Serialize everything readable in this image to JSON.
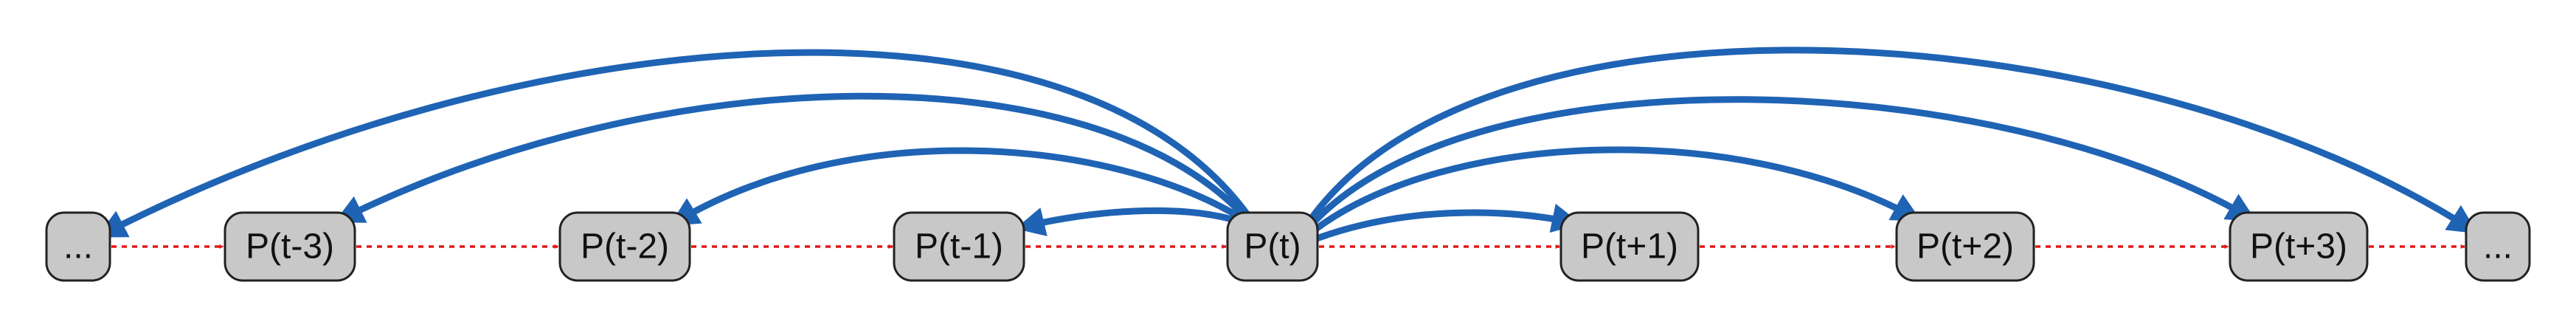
{
  "diagram": {
    "nodes": [
      {
        "id": "n-left-ellipsis",
        "label": "..."
      },
      {
        "id": "n-t-3",
        "label": "P(t-3)"
      },
      {
        "id": "n-t-2",
        "label": "P(t-2)"
      },
      {
        "id": "n-t-1",
        "label": "P(t-1)"
      },
      {
        "id": "n-t",
        "label": "P(t)"
      },
      {
        "id": "n-t+1",
        "label": "P(t+1)"
      },
      {
        "id": "n-t+2",
        "label": "P(t+2)"
      },
      {
        "id": "n-t+3",
        "label": "P(t+3)"
      },
      {
        "id": "n-right-ellipsis",
        "label": "..."
      }
    ],
    "sequence_edges": [
      {
        "from": "n-left-ellipsis",
        "to": "n-t-3"
      },
      {
        "from": "n-t-3",
        "to": "n-t-2"
      },
      {
        "from": "n-t-2",
        "to": "n-t-1"
      },
      {
        "from": "n-t-1",
        "to": "n-t"
      },
      {
        "from": "n-t",
        "to": "n-t+1"
      },
      {
        "from": "n-t+1",
        "to": "n-t+2"
      },
      {
        "from": "n-t+2",
        "to": "n-t+3"
      },
      {
        "from": "n-t+3",
        "to": "n-right-ellipsis"
      }
    ],
    "link_edges": [
      {
        "from": "n-t",
        "to": "n-t-1"
      },
      {
        "from": "n-t",
        "to": "n-t-2"
      },
      {
        "from": "n-t",
        "to": "n-t-3"
      },
      {
        "from": "n-t",
        "to": "n-left-ellipsis"
      },
      {
        "from": "n-t",
        "to": "n-t+1"
      },
      {
        "from": "n-t",
        "to": "n-t+2"
      },
      {
        "from": "n-t",
        "to": "n-t+3"
      },
      {
        "from": "n-t",
        "to": "n-right-ellipsis"
      }
    ],
    "colors": {
      "node_fill": "#c8c8c8",
      "node_stroke": "#222222",
      "sequence_edge": "#e31919",
      "link_edge": "#1f63b4"
    }
  }
}
